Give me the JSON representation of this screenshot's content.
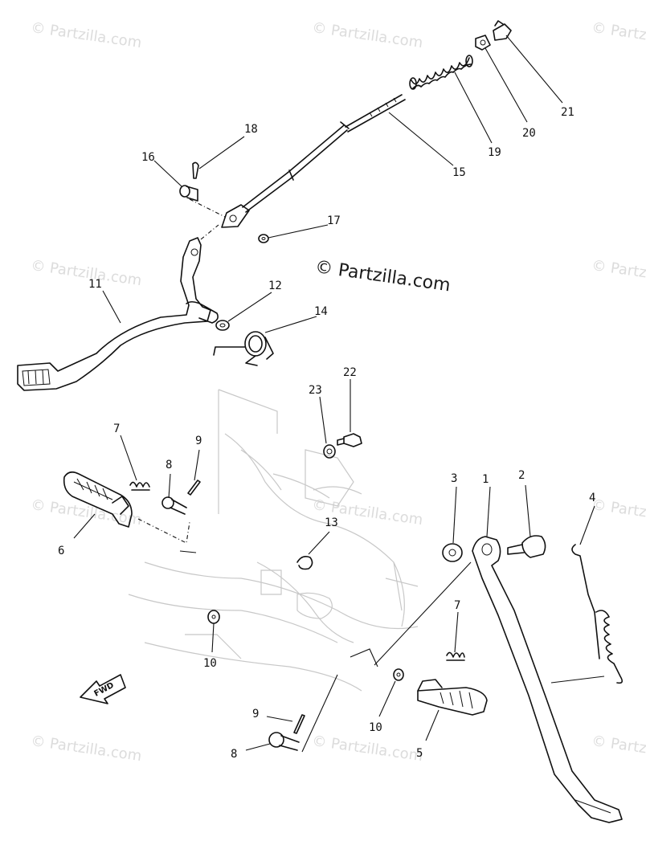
{
  "watermark": {
    "small": "© Partzilla.com",
    "main": "© Partzilla.com"
  },
  "direction_marker": "FWD",
  "callouts": [
    "1",
    "2",
    "3",
    "4",
    "5",
    "6",
    "7",
    "7",
    "8",
    "8",
    "9",
    "9",
    "10",
    "10",
    "11",
    "12",
    "13",
    "14",
    "15",
    "16",
    "17",
    "18",
    "19",
    "20",
    "21",
    "22",
    "23"
  ]
}
